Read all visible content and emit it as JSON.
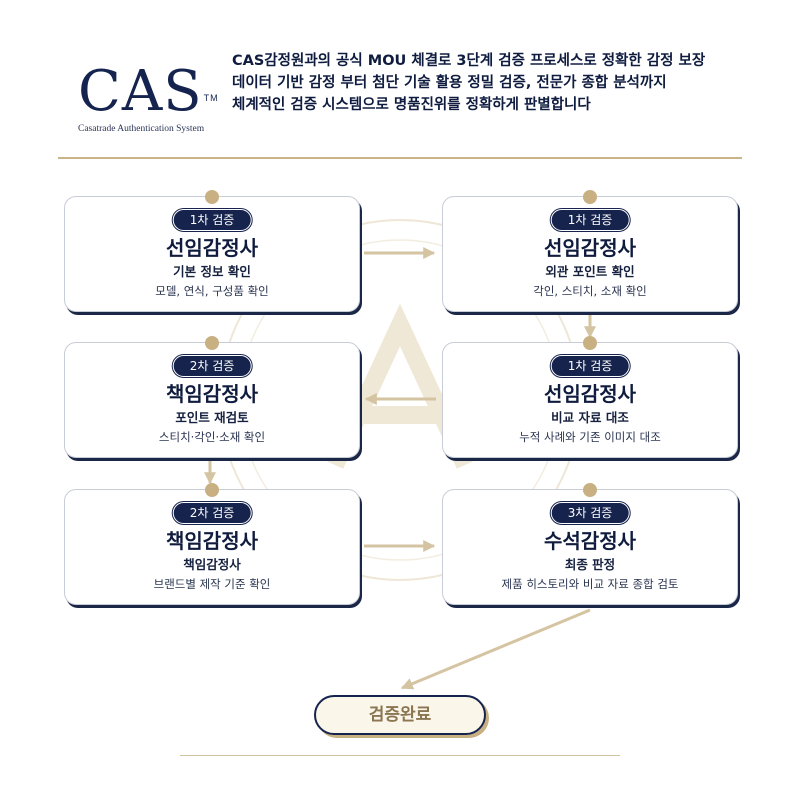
{
  "logo": {
    "mark": "CAS",
    "tm": "TM",
    "subtitle": "Casatrade Authentication System"
  },
  "intro": {
    "lines": [
      "CAS감정원과의 공식 MOU 체결로 3단계 검증 프로세스로 정확한 감정 보장",
      "데이터 기반 감정 부터 첨단 기술 활용 정밀 검증, 전문가 종합 분석까지",
      "체계적인 검증 시스템으로 명품진위를 정확하게 판별합니다"
    ]
  },
  "steps": [
    {
      "badge": "1차 검증",
      "title": "선임감정사",
      "subtitle": "기본 정보 확인",
      "desc": "모델, 연식, 구성품 확인"
    },
    {
      "badge": "1차 검증",
      "title": "선임감정사",
      "subtitle": "외관 포인트 확인",
      "desc": "각인, 스티치, 소재 확인"
    },
    {
      "badge": "2차 검증",
      "title": "책임감정사",
      "subtitle": "포인트 재검토",
      "desc": "스티치·각인·소재 확인"
    },
    {
      "badge": "1차 검증",
      "title": "선임감정사",
      "subtitle": "비교 자료 대조",
      "desc": "누적 사례와 기존 이미지 대조"
    },
    {
      "badge": "2차 검증",
      "title": "책임감정사",
      "subtitle": "책임감정사",
      "desc": "브랜드별 제작 기준 확인"
    },
    {
      "badge": "3차 검증",
      "title": "수석감정사",
      "subtitle": "최종 판정",
      "desc": "제품 히스토리와 비교 자료 종합 검토"
    }
  ],
  "complete_label": "검증완료",
  "colors": {
    "navy": "#16234d",
    "gold": "#c9b083",
    "arrow": "#d5c4a2"
  }
}
